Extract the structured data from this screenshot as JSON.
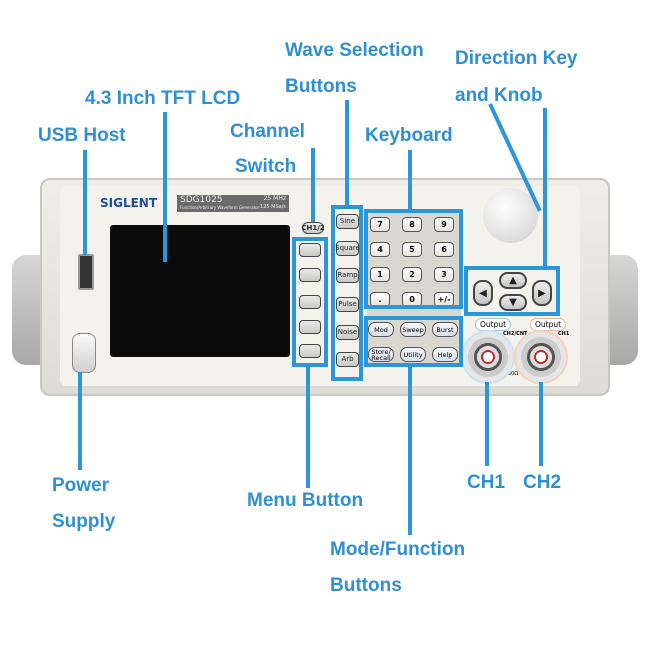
{
  "labels": {
    "wave_selection_1": "Wave Selection",
    "wave_selection_2": "Buttons",
    "direction_1": "Direction Key",
    "direction_2": "and Knob",
    "lcd": "4.3 Inch TFT LCD",
    "usb": "USB Host",
    "channel_1": "Channel",
    "channel_2": "Switch",
    "keyboard": "Keyboard",
    "power_1": "Power",
    "power_2": "Supply",
    "menu": "Menu Button",
    "mode_1": "Mode/Function",
    "mode_2": "Buttons",
    "ch1": "CH1",
    "ch2": "CH2"
  },
  "device": {
    "brand": "SIGLENT",
    "model": "SDG1025",
    "freq": "25 MHz",
    "subtitle": "Function/Arbitrary Waveform Generator",
    "rate": "125 MSa/s",
    "ch_switch": "CH1/2",
    "wave_buttons": [
      "Sine",
      "Square",
      "Ramp",
      "Pulse",
      "Noise",
      "Arb"
    ],
    "keys": [
      "7",
      "8",
      "9",
      "4",
      "5",
      "6",
      "1",
      "2",
      "3",
      ".",
      "0",
      "+/-"
    ],
    "mode_buttons": [
      "Mod",
      "Sweep",
      "Burst",
      "Store/ Recall",
      "Utility",
      "Help"
    ],
    "output1": "Output",
    "output2": "Output",
    "ch2cnt": "CH2/CNT",
    "ch1_port": "CH1",
    "impedance": "50Ω"
  },
  "colors": {
    "accent": "#2b97d8",
    "label": "#2f8fd0"
  }
}
